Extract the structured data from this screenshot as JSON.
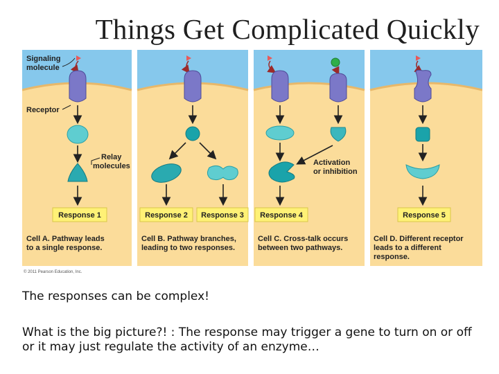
{
  "slide_title": "Things Get Complicated Quickly",
  "figure": {
    "labels": {
      "signaling_molecule": [
        "Signaling",
        "molecule"
      ],
      "receptor": "Receptor",
      "relay_molecules": [
        "Relay",
        "molecules"
      ],
      "activation": [
        "Activation",
        "or inhibition"
      ]
    },
    "responses": [
      "Response 1",
      "Response 2",
      "Response 3",
      "Response 4",
      "Response 5"
    ],
    "captions": {
      "a": [
        "Cell A. Pathway leads",
        "to a single response."
      ],
      "b": [
        "Cell B. Pathway branches,",
        "leading to two responses."
      ],
      "c": [
        "Cell C. Cross-talk occurs",
        "between two pathways."
      ],
      "d": [
        "Cell D. Different receptor",
        "leads to a different",
        "response."
      ]
    },
    "copyright": "© 2011 Pearson Education, Inc.",
    "colors": {
      "extracellular": "#86c8ec",
      "cytoplasm": "#fbdc9a",
      "response_box": "#fff176",
      "receptor": "#7b78c8",
      "relay": "#3bb7bd",
      "signal": "#e85a5a",
      "alt_signal": "#2fae4a"
    }
  },
  "text": {
    "line1": "The responses can be complex!",
    "line2": "What is the big picture?! : The response may trigger a gene to turn on or off or it may just regulate the activity of an enzyme…"
  }
}
